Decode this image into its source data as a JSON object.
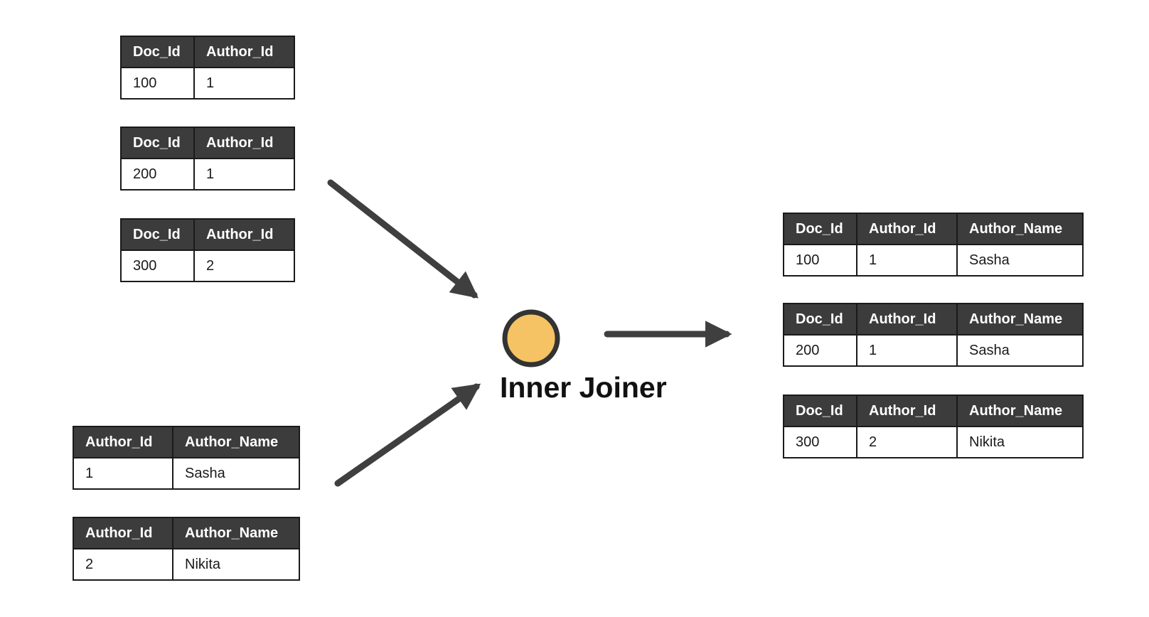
{
  "headers": {
    "doc_id": "Doc_Id",
    "author_id": "Author_Id",
    "author_name": "Author_Name"
  },
  "documents": [
    {
      "doc_id": "100",
      "author_id": "1"
    },
    {
      "doc_id": "200",
      "author_id": "1"
    },
    {
      "doc_id": "300",
      "author_id": "2"
    }
  ],
  "authors": [
    {
      "author_id": "1",
      "author_name": "Sasha"
    },
    {
      "author_id": "2",
      "author_name": "Nikita"
    }
  ],
  "results": [
    {
      "doc_id": "100",
      "author_id": "1",
      "author_name": "Sasha"
    },
    {
      "doc_id": "200",
      "author_id": "1",
      "author_name": "Sasha"
    },
    {
      "doc_id": "300",
      "author_id": "2",
      "author_name": "Nikita"
    }
  ],
  "joiner": {
    "label": "Inner Joiner",
    "node_color": "#f5c364",
    "arrow_color": "#3f3f3f"
  }
}
